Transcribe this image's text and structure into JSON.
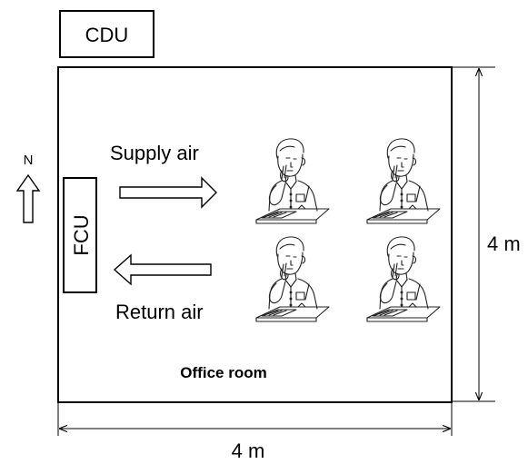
{
  "labels": {
    "cdu": "CDU",
    "fcu": "FCU",
    "north": "N",
    "supply_air": "Supply air",
    "return_air": "Return air",
    "office_room": "Office room",
    "width_dimension": "4 m",
    "height_dimension": "4 m"
  },
  "icons": {
    "north_arrow": "up-arrow-outline",
    "supply_arrow": "right-arrow-outline",
    "return_arrow": "left-arrow-outline",
    "occupant": "seated-person-on-phone"
  },
  "occupants": {
    "count": 4
  }
}
